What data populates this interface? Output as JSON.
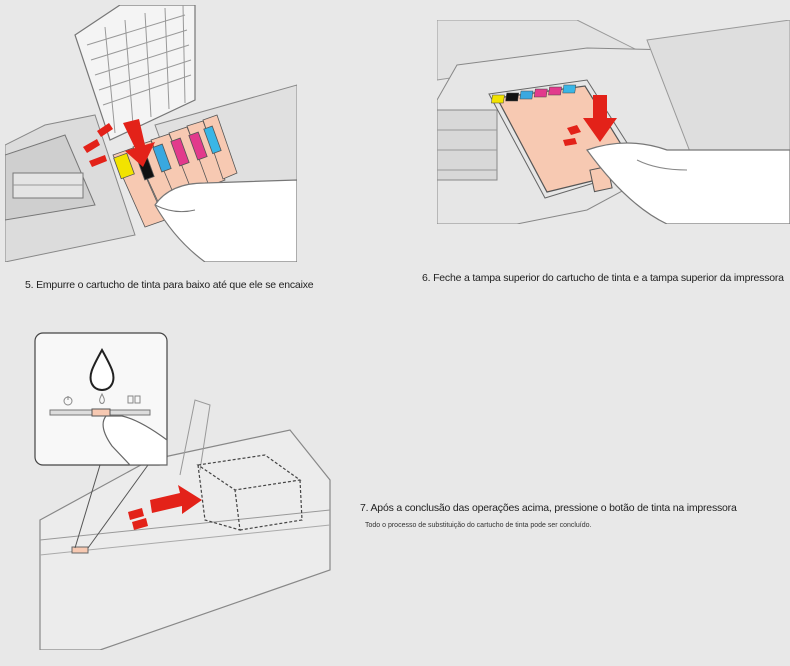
{
  "steps": [
    {
      "label": "5. Empurre o cartucho de tinta para baixo até que ele se encaixe"
    },
    {
      "label": "6. Feche a tampa superior do cartucho de tinta e a tampa superior da impressora"
    },
    {
      "label": "7. Após a conclusão das operações acima, pressione o botão de tinta na impressora",
      "note": "Todo o processo de substituição do cartucho de tinta pode ser concluído."
    }
  ],
  "cartridge_colors": [
    "#f2e300",
    "#111111",
    "#39a8e0",
    "#e23a8c",
    "#e23a8c",
    "#39b6e6"
  ],
  "accent_color": "#e32219",
  "cartridge_body_color": "#f7c9b2",
  "icons": [
    "ink-drop-icon",
    "power-icon",
    "paper-icon"
  ]
}
